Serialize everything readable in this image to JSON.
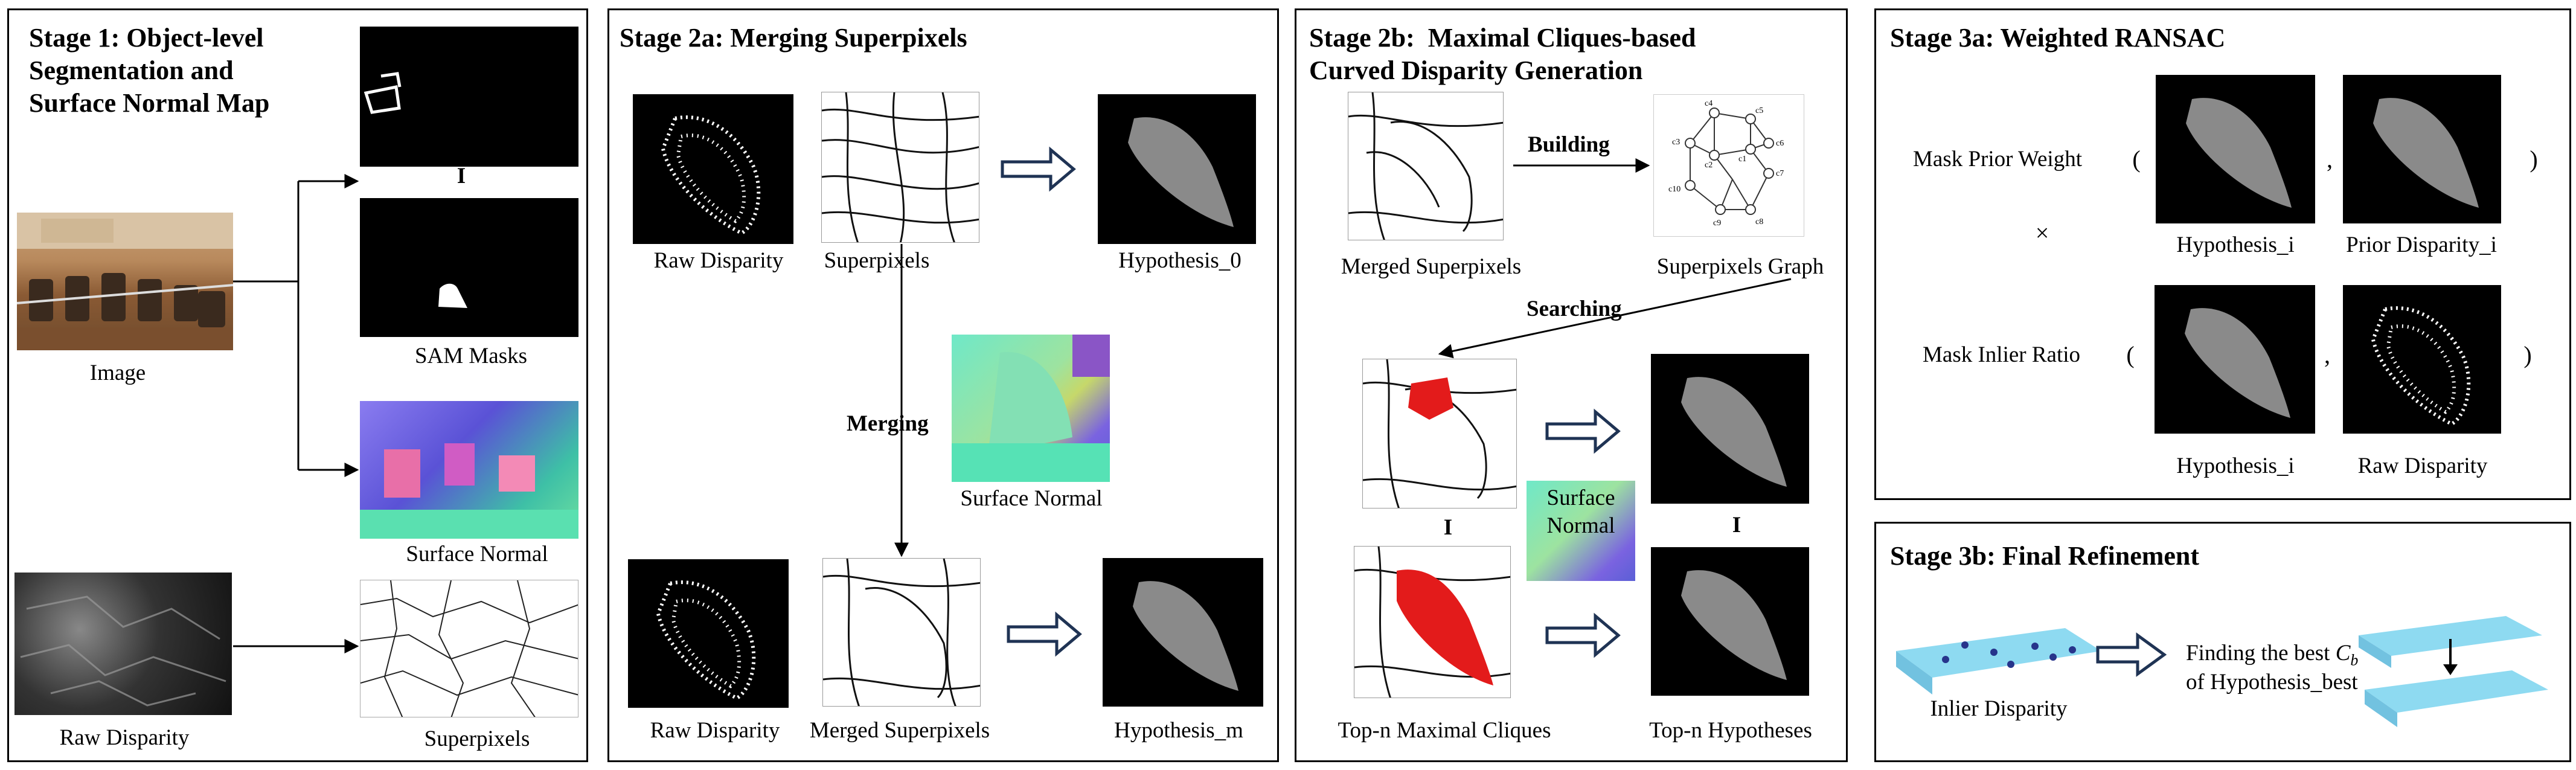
{
  "stage1": {
    "title_lines": [
      "Stage 1: Object-level",
      "Segmentation and",
      "Surface Normal Map"
    ],
    "image_label": "Image",
    "sam_masks_label": "SAM Masks",
    "ellipsis": "I",
    "surface_normal_label": "Surface Normal",
    "raw_disparity_label": "Raw Disparity",
    "superpixels_label": "Superpixels"
  },
  "stage2a": {
    "title": "Stage 2a: Merging Superpixels",
    "raw_disparity_label": "Raw Disparity",
    "superpixels_label": "Superpixels",
    "hypothesis0_label": "Hypothesis_0",
    "merging_label": "Merging",
    "surface_normal_label": "Surface Normal",
    "raw_disparity2_label": "Raw Disparity",
    "merged_superpixels_label": "Merged Superpixels",
    "hypothesism_label": "Hypothesis_m"
  },
  "stage2b": {
    "title_lines": [
      "Stage 2b:  Maximal Cliques-based",
      "Curved Disparity Generation"
    ],
    "merged_superpixels_label": "Merged Superpixels",
    "building_label": "Building",
    "graph_label": "Superpixels Graph",
    "searching_label": "Searching",
    "ellipsis": "I",
    "surface_normal_lines": [
      "Surface",
      "Normal"
    ],
    "cliques_label": "Top-n Maximal Cliques",
    "hypotheses_label": "Top-n Hypotheses",
    "graph_nodes": [
      "c4",
      "c5",
      "c3",
      "c2",
      "c1",
      "c6",
      "c7",
      "c10",
      "c9",
      "c8"
    ]
  },
  "stage3a": {
    "title": "Stage 3a: Weighted RANSAC",
    "mask_prior_label": "Mask Prior Weight",
    "times_symbol": "×",
    "mask_inlier_label": "Mask Inlier Ratio",
    "open_paren": "(",
    "close_paren": ")",
    "comma": ",",
    "hypothesis_i_label": "Hypothesis_i",
    "prior_disparity_label": "Prior Disparity_i",
    "hypothesis_i2_label": "Hypothesis_i",
    "raw_disparity_label": "Raw Disparity"
  },
  "stage3b": {
    "title": "Stage 3b: Final Refinement",
    "inlier_label": "Inlier Disparity",
    "finding_prefix": "Finding the best ",
    "cb_symbol": "C",
    "cb_subscript": "b",
    "of_label": "of Hypothesis_best"
  },
  "colors": {
    "mask_gray": "#8a8a8a",
    "clique_red": "#e31b1b",
    "plane_blue": "#7ad3ef",
    "arrow_outline": "#1f3354"
  }
}
